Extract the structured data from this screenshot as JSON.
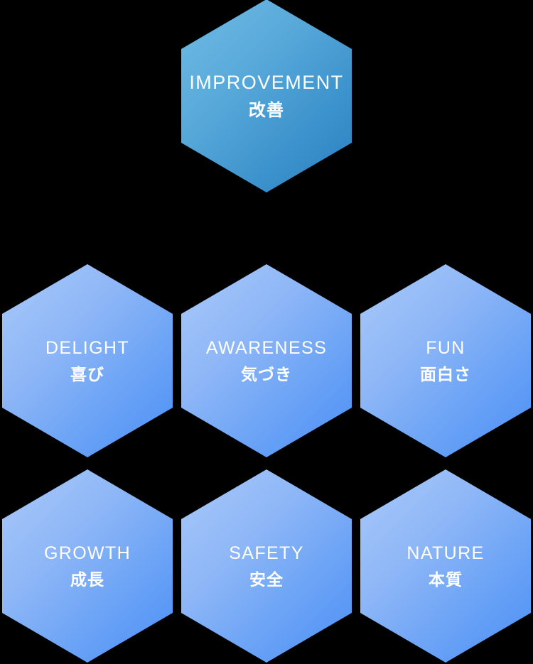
{
  "diagram": {
    "title": "Improvement value hexagon cluster",
    "background_color": "#000000",
    "palette": {
      "primary_gradient_start": "#6fbbe4",
      "primary_gradient_end": "#2a80c0",
      "secondary_gradient_start": "#a9c9f9",
      "secondary_gradient_end": "#4a8ff5",
      "label_color": "#ffffff"
    },
    "nodes": {
      "top": {
        "en": "IMPROVEMENT",
        "ja": "改善"
      },
      "middle_left": {
        "en": "DELIGHT",
        "ja": "喜び"
      },
      "middle_center": {
        "en": "AWARENESS",
        "ja": "気づき"
      },
      "middle_right": {
        "en": "FUN",
        "ja": "面白さ"
      },
      "bottom_left": {
        "en": "GROWTH",
        "ja": "成長"
      },
      "bottom_center": {
        "en": "SAFETY",
        "ja": "安全"
      },
      "bottom_right": {
        "en": "NATURE",
        "ja": "本質"
      }
    }
  }
}
